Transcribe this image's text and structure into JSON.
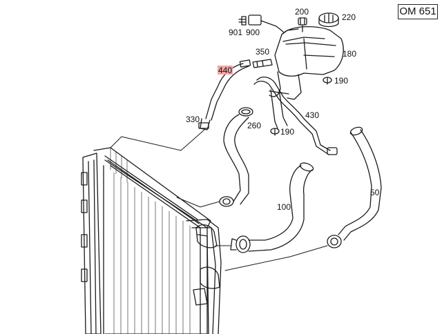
{
  "engine_badge": "OM 651",
  "parts": {
    "p50": "50",
    "p100": "100",
    "p180": "180",
    "p190a": "190",
    "p190b": "190",
    "p200": "200",
    "p220": "220",
    "p260": "260",
    "p330": "330",
    "p350": "350",
    "p430": "430",
    "p440": "440",
    "p900": "900",
    "p901": "901"
  },
  "highlighted_part": "440",
  "colors": {
    "line": "#1a1a1a",
    "highlight": "#f3a6a6",
    "background": "#ffffff"
  }
}
